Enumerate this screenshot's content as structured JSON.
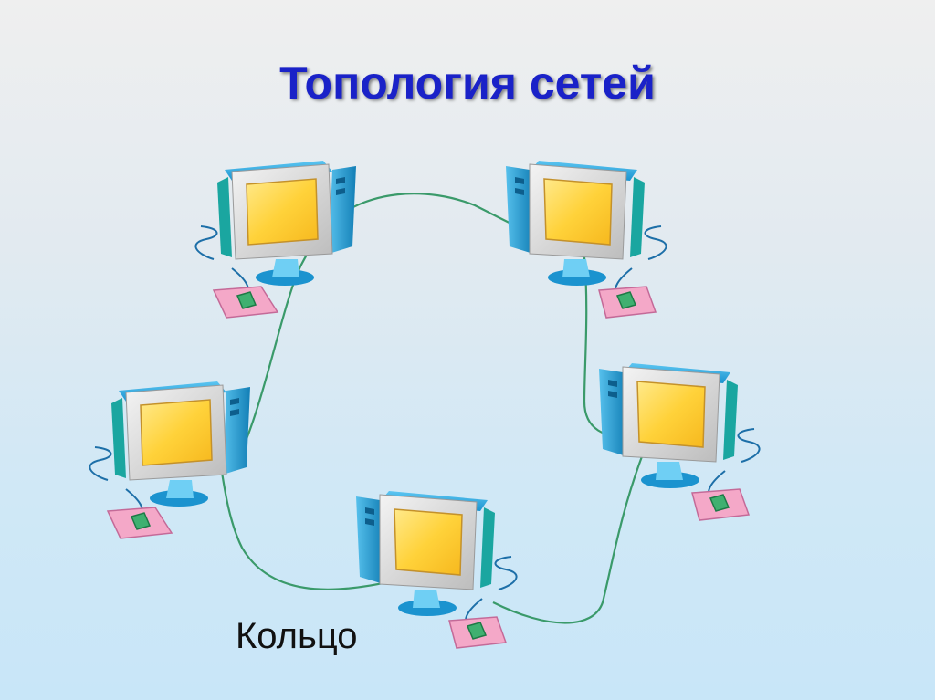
{
  "title": "Топология сетей",
  "caption": "Кольцо",
  "diagram": {
    "topology": "ring",
    "nodes": [
      {
        "id": "pc-top-left",
        "icon": "computer-icon"
      },
      {
        "id": "pc-top-right",
        "icon": "computer-icon"
      },
      {
        "id": "pc-middle-right",
        "icon": "computer-icon"
      },
      {
        "id": "pc-bottom-center",
        "icon": "computer-icon"
      },
      {
        "id": "pc-middle-left",
        "icon": "computer-icon"
      }
    ],
    "links": [
      [
        "pc-top-left",
        "pc-top-right"
      ],
      [
        "pc-top-right",
        "pc-middle-right"
      ],
      [
        "pc-middle-right",
        "pc-bottom-center"
      ],
      [
        "pc-bottom-center",
        "pc-middle-left"
      ],
      [
        "pc-middle-left",
        "pc-top-left"
      ]
    ],
    "colors": {
      "cable": "#3a9a6a",
      "monitor_frame": "#d8d8d8",
      "monitor_top": "#2aa8e0",
      "monitor_side": "#1a8fc8",
      "screen": "#ffd33a",
      "mousepad": "#f2a8c8",
      "mouse": "#3fb070"
    }
  }
}
